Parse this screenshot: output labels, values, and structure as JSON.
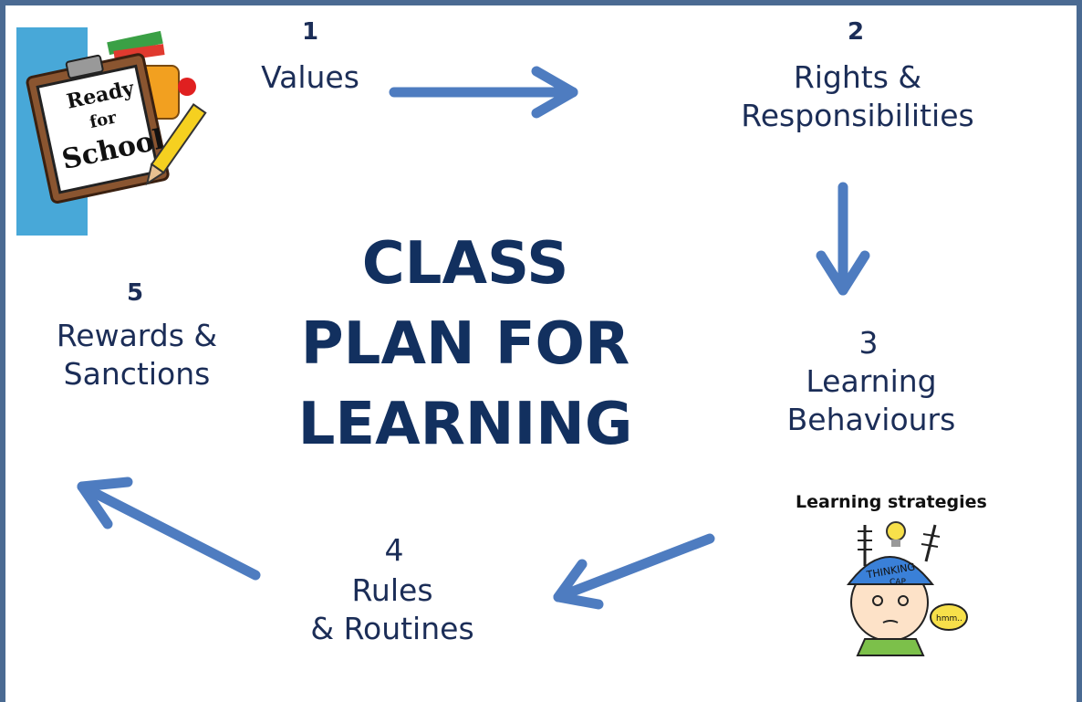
{
  "title": {
    "lines": [
      "CLASS",
      "PLAN FOR",
      "LEARNING"
    ]
  },
  "steps": [
    {
      "number": "1",
      "label": "Values"
    },
    {
      "number": "2",
      "label_lines": [
        "Rights &",
        "Responsibilities"
      ]
    },
    {
      "number": "3",
      "label_lines": [
        "Learning",
        "Behaviours"
      ]
    },
    {
      "number": "4",
      "label_lines": [
        "Rules",
        "& Routines"
      ]
    },
    {
      "number": "5",
      "label_lines": [
        "Rewards &",
        "Sanctions"
      ]
    }
  ],
  "images": {
    "ready_for_school": {
      "sign_lines": [
        "Ready",
        "for",
        "School"
      ]
    },
    "learning_strategies": {
      "heading": "Learning strategies",
      "cap_text": [
        "THINKING",
        "CAP"
      ],
      "bubble": "hmm.."
    }
  },
  "colors": {
    "arrow": "#4e7cc0",
    "text": "#1b2d57",
    "frame": "#4a6a92"
  }
}
